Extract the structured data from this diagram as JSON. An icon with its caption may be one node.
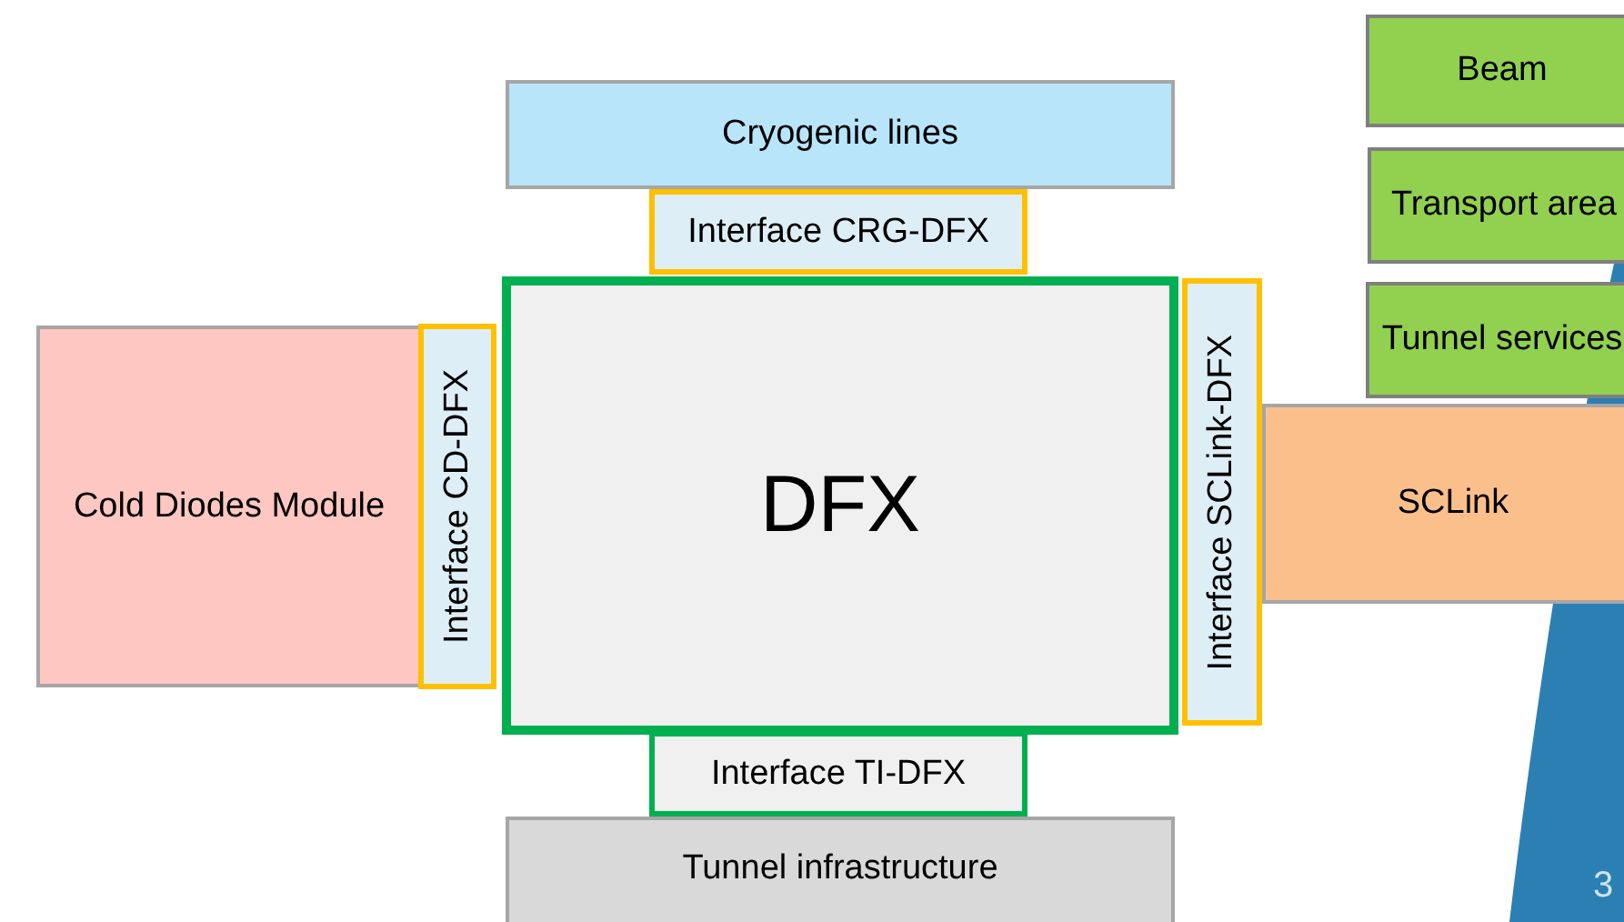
{
  "diagram": {
    "nodes": [
      {
        "text": [
          "Beam"
        ]
      },
      {
        "text": [
          "Cryogenic lines"
        ]
      },
      {
        "text": [
          "Transport area"
        ]
      },
      {
        "text": [
          "Interface CRG-DFX"
        ]
      },
      {
        "text": [
          "Interface SCLink-DFX"
        ]
      },
      {
        "text": [
          "Tunnel services"
        ]
      },
      {
        "text": [
          "Cold Diodes Module"
        ]
      },
      {
        "text": [
          "Interface CD-DFX"
        ]
      },
      {
        "text": [
          "DFX"
        ]
      },
      {
        "text": [
          "SCLink"
        ]
      },
      {
        "text": [
          "Interface TI-DFX"
        ]
      },
      {
        "text": [
          "Tunnel infrastructure"
        ]
      }
    ],
    "labels": [
      "3"
    ]
  }
}
